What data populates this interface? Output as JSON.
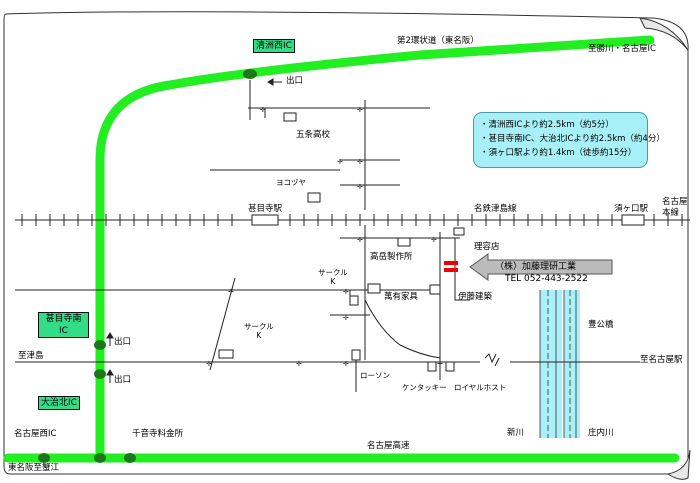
{
  "map": {
    "roads": {
      "route2": "第2環状道（東名阪）",
      "to_katsukawa": "至勝川・名古屋IC",
      "nagoya_expressway": "名古屋高速",
      "tomei_to_kanie": "東名阪至蟹江",
      "to_tsushima": "至津島",
      "to_nagoya_station": "至名古屋駅"
    },
    "interchanges": {
      "kiyosu_nishi": "清洲西IC",
      "jimokuji_minami": "甚目寺南\nIC",
      "ojikita": "大治北IC",
      "nagoya_nishi": "名古屋西IC",
      "senonji_toll": "千音寺料金所"
    },
    "exit_label": "出口",
    "railway": {
      "line": "名鉄津島線",
      "jimokuji_station": "甚目寺駅",
      "sukaguchi_station": "須ヶ口駅",
      "nagoya_honsen": "名古屋\n本線"
    },
    "landmarks": {
      "gojo_high": "五条高校",
      "yokoya": "ヨコヅヤ",
      "barber": "理容店",
      "takatake": "高岳製作所",
      "katsuari": "萬有家具",
      "ito_kensetsu": "伊藤建築",
      "circle_k1": "サークル\nK",
      "circle_k2": "サークル\nK",
      "lawson": "ローソン",
      "kentucky": "ケンタッキー",
      "royal_host": "ロイヤルホスト",
      "hokoubashi": "豊公橋",
      "shinkawa": "新川",
      "shonaigawa": "庄内川"
    },
    "company": {
      "name": "（株）加藤理研工業",
      "tel": "TEL 052-443-2522"
    },
    "access": [
      "・清洲西ICより約2.5km（約5分）",
      "・甚目寺南IC、大治北ICより約2.5km（約4分）",
      "・須ヶ口駅より約1.4km（徒歩約15分）"
    ],
    "colors": {
      "expressway": "#22ee22",
      "river": "#aaf0f8",
      "company_marker": "#ee0000",
      "info_box": "#a7f0f7",
      "arrow": "#bbbbbb"
    }
  }
}
